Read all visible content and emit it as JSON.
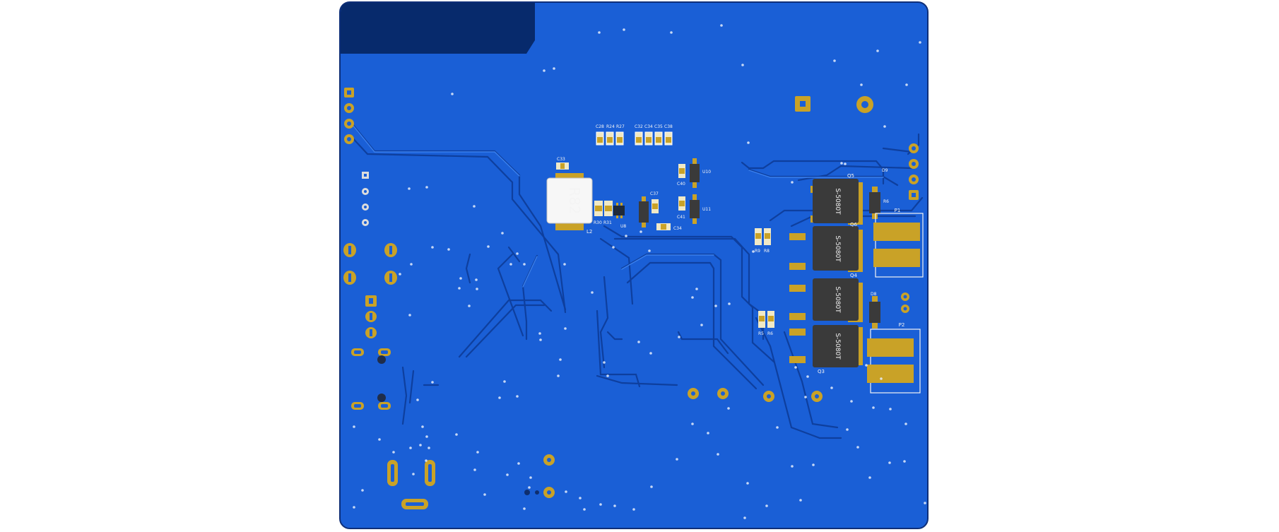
{
  "view": "pcb-bottom-layer-3d",
  "colors": {
    "background": "#ffffff",
    "board_copper": "#1a5fd6",
    "board_edge": "#0f2f78",
    "keepout": "#072a6c",
    "trace": "#0e3f9e",
    "trace_highlight": "#3f86f4",
    "pad_gold": "#c9a227",
    "mosfet_body": "#3a3a3a",
    "silkscreen": "#f4f4f4"
  },
  "inductor": {
    "marking": "R82",
    "ref": "L2"
  },
  "mosfets": [
    {
      "ref": "Q5",
      "marking": "S-5080T"
    },
    {
      "ref": "Q6",
      "marking": "S-5080T"
    },
    {
      "ref": "Q4",
      "marking": "S-5080T"
    },
    {
      "ref": "Q3",
      "marking": "S-5080T"
    }
  ],
  "connectors": {
    "p1": "P1",
    "p2": "P2"
  },
  "component_refs": {
    "c28": "C28",
    "r24": "R24",
    "r27": "R27",
    "c32": "C32",
    "c34": "C34",
    "c35": "C35",
    "c38": "C38",
    "c33": "C33",
    "c40": "C40",
    "c37": "C37",
    "c41": "C41",
    "u10": "U10",
    "u11": "U11",
    "u8": "U8",
    "r30": "R30",
    "r31": "R31",
    "c34b": "C34",
    "r9": "R9",
    "r8": "R8",
    "r5": "R5",
    "r6": "R6",
    "d8": "D8",
    "r6b": "R6",
    "d9": "D9"
  }
}
